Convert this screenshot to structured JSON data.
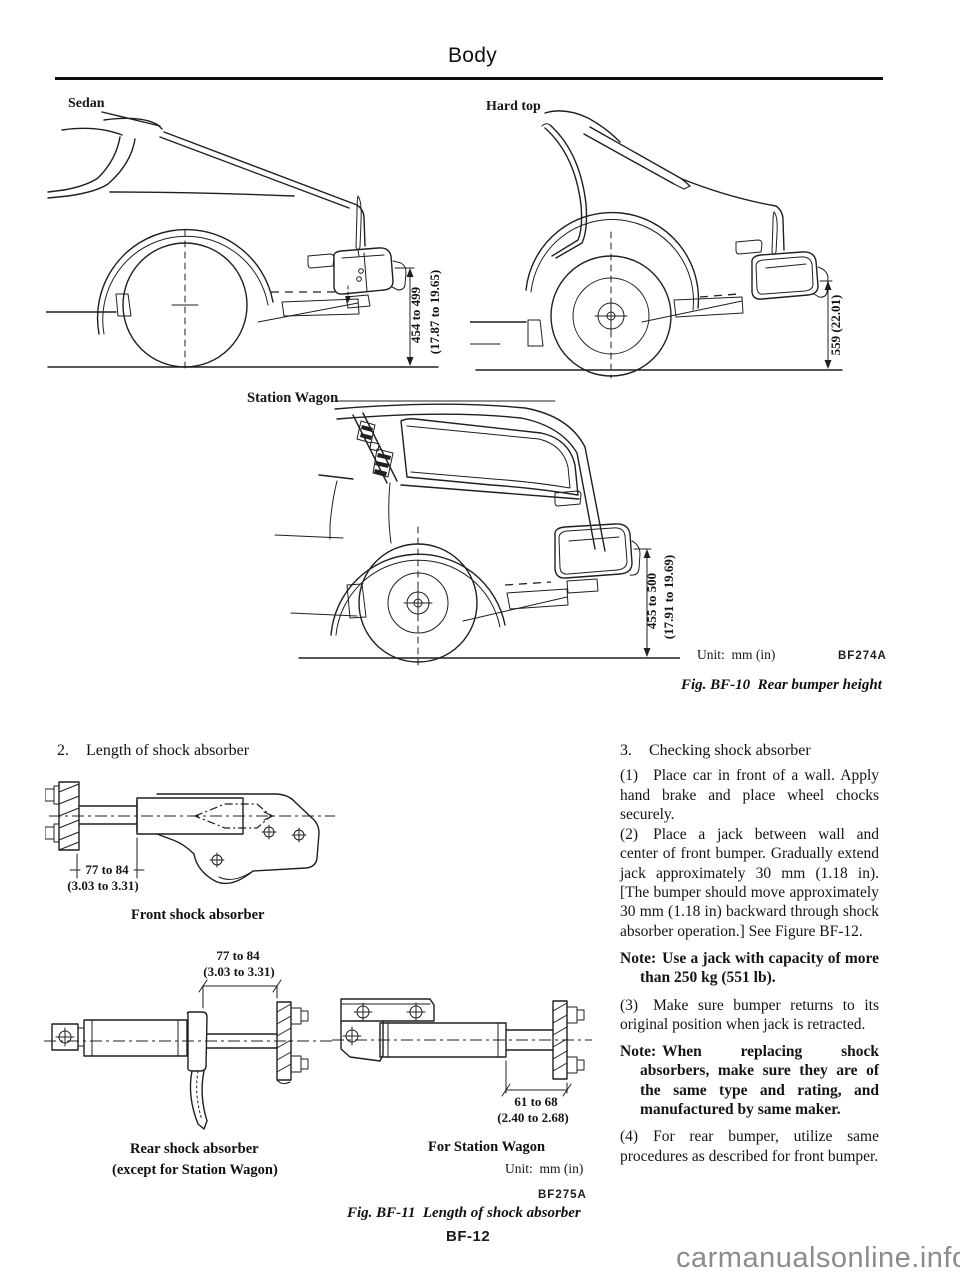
{
  "page": {
    "title": "Body",
    "page_number": "BF-12",
    "watermark": "carmanualsonline.info"
  },
  "fig_bf10": {
    "sedan_label": "Sedan",
    "hardtop_label": "Hard top",
    "wagon_label": "Station Wagon",
    "sedan_dim_mm": "454 to 499",
    "sedan_dim_in": "(17.87 to 19.65)",
    "hardtop_dim": "559 (22.01)",
    "wagon_dim_mm": "455 to 500",
    "wagon_dim_in": "(17.91 to 19.69)",
    "unit_label": "Unit:  mm (in)",
    "code": "BF274A",
    "caption": "Fig. BF-10  Rear bumper height"
  },
  "section2": {
    "number": "2.",
    "title": "Length of shock absorber",
    "front_dim_mm": "77 to 84",
    "front_dim_in": "(3.03 to 3.31)",
    "front_caption": "Front shock absorber",
    "rear_dim_mm": "77 to 84",
    "rear_dim_in": "(3.03 to 3.31)",
    "rear_caption_line1": "Rear shock absorber",
    "rear_caption_line2": "(except for Station Wagon)",
    "wagon_dim_mm": "61 to 68",
    "wagon_dim_in": "(2.40 to 2.68)",
    "wagon_caption": "For Station Wagon",
    "unit_label": "Unit:  mm (in)",
    "code": "BF275A",
    "caption": "Fig. BF-11  Length of shock absorber"
  },
  "section3": {
    "number": "3.",
    "title": "Checking shock absorber",
    "p1_num": "(1)",
    "p1": "Place car in front of a wall. Apply hand brake and place wheel chocks securely.",
    "p2_num": "(2)",
    "p2": "Place a jack between wall and center of front bumper. Gradually extend jack approximately 30 mm (1.18 in). [The bumper should move approximately 30 mm (1.18 in) backward through shock absorber operation.] See Figure BF-12.",
    "note1_label": "Note:",
    "note1": "Use a jack with capacity of more than 250 kg (551 lb).",
    "p3_num": "(3)",
    "p3": "Make sure bumper returns to its original position when jack is retracted.",
    "note2_label": "Note:",
    "note2": "When replacing shock absorbers, make sure they are of the same type and rating, and manufactured by same maker.",
    "p4_num": "(4)",
    "p4": "For rear bumper, utilize same procedures as described for front bumper."
  }
}
